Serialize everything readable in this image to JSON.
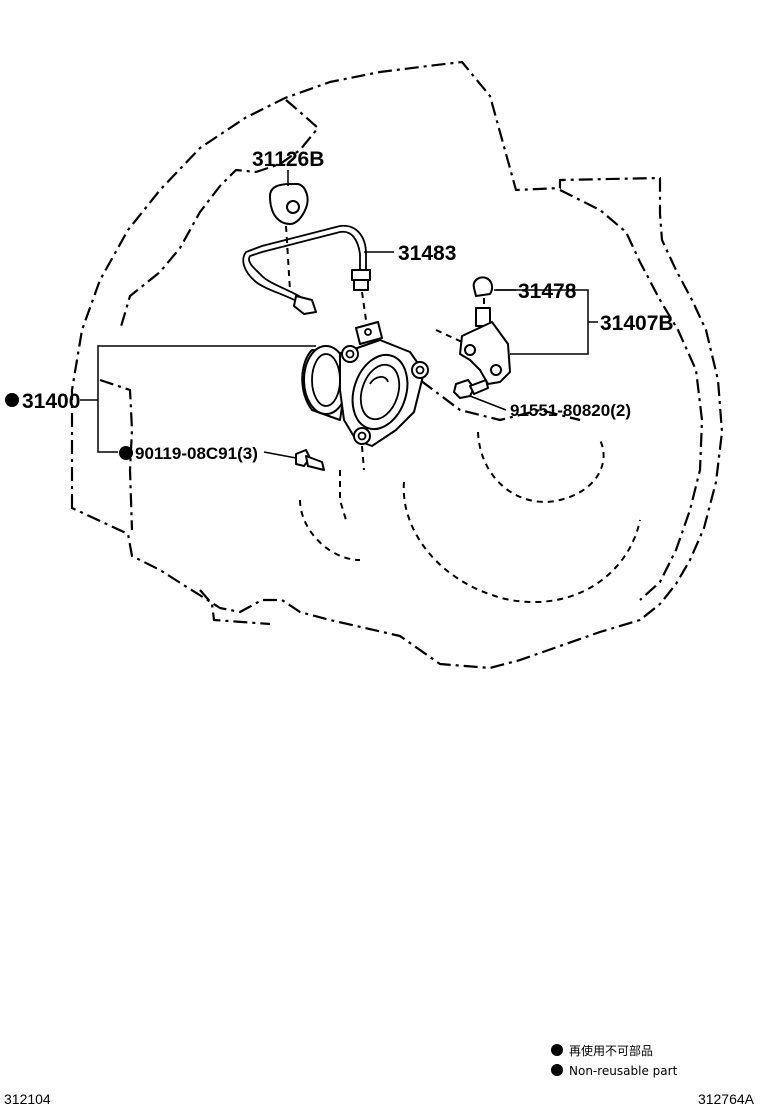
{
  "parts": [
    {
      "id": "c31126b",
      "number": "31126B",
      "non_reusable": false
    },
    {
      "id": "c31483",
      "number": "31483",
      "non_reusable": false
    },
    {
      "id": "c31478",
      "number": "31478",
      "non_reusable": false
    },
    {
      "id": "c31407b",
      "number": "31407B",
      "non_reusable": false
    },
    {
      "id": "c31400",
      "number": "31400",
      "non_reusable": true
    },
    {
      "id": "c91551",
      "number": "91551-80820(2)",
      "non_reusable": false
    },
    {
      "id": "c90119",
      "number": "90119-08C91(3)",
      "non_reusable": true
    }
  ],
  "legend": {
    "japanese": "再使用不可部品",
    "english": "Non-reusable part"
  },
  "footer": {
    "left_code": "312104",
    "right_code": "312764A"
  }
}
